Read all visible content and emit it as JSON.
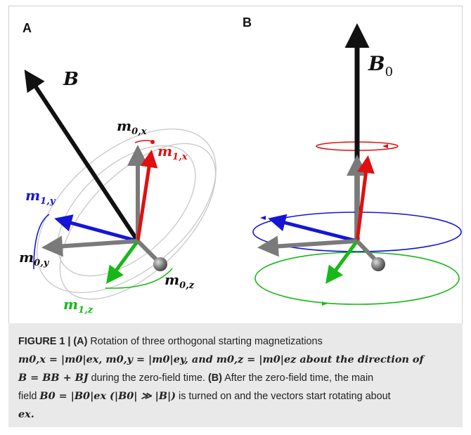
{
  "figure": {
    "panel_a_label": "A",
    "panel_b_label": "B",
    "vectors_a": {
      "B": "B",
      "m0x": "m",
      "m0x_sub": "0,x",
      "m1x": "m",
      "m1x_sub": "1,x",
      "m1y": "m",
      "m1y_sub": "1,y",
      "m0y": "m",
      "m0y_sub": "0,y",
      "m0z": "m",
      "m0z_sub": "0,z",
      "m1z": "m",
      "m1z_sub": "1,z"
    },
    "vectors_b": {
      "B0": "B",
      "B0_sub": "0"
    },
    "colors": {
      "black": "#111111",
      "gray": "#7a7a7a",
      "red": "#e01010",
      "blue": "#1515d8",
      "green": "#18b818",
      "orbit_gray": "#c8c8c8"
    }
  },
  "caption": {
    "label": "FIGURE 1 | (A)",
    "t1": " Rotation of three orthogonal starting magnetizations",
    "l2": "m0,x = |m0|ex, m0,y = |m0|ey, and m0,z = |m0|ez about the direction of",
    "l3a": "B = BB + BJ",
    "l3b": " during the zero-field time. ",
    "label_b": "(B)",
    "l3c": " After the zero-field time, the main",
    "l4a": "field ",
    "l4b": "B0 = |B0|ex (|B0| ≫ |B|)",
    "l4c": " is turned on and the vectors start rotating about",
    "l5": "ex."
  }
}
